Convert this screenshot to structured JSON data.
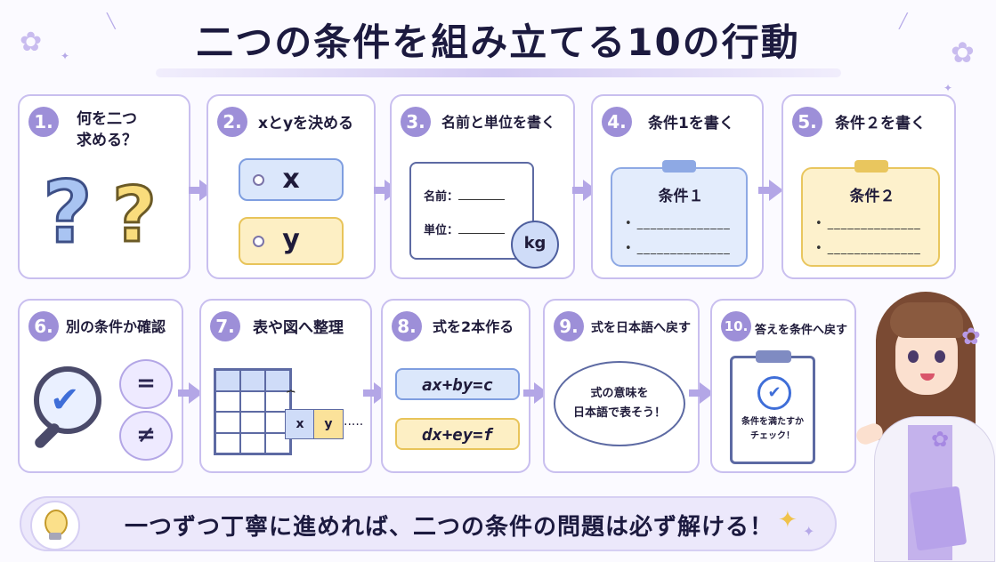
{
  "title": "二つの条件を組み立てる10の行動",
  "steps": [
    {
      "num": "1.",
      "label": "何を二つ\n求める？"
    },
    {
      "num": "2.",
      "label": "xとyを決める"
    },
    {
      "num": "3.",
      "label": "名前と単位を書く"
    },
    {
      "num": "4.",
      "label": "条件1を書く"
    },
    {
      "num": "5.",
      "label": "条件２を書く"
    },
    {
      "num": "6.",
      "label": "別の条件か確認"
    },
    {
      "num": "7.",
      "label": "表や図へ整理"
    },
    {
      "num": "8.",
      "label": "式を2本作る"
    },
    {
      "num": "9.",
      "label": "式を日本語へ戻す"
    },
    {
      "num": "10.",
      "label": "答えを条件へ戻す"
    }
  ],
  "step2": {
    "var1": "x",
    "var2": "y"
  },
  "step3": {
    "name_label": "名前：",
    "unit_label": "単位：",
    "unit_example": "kg"
  },
  "step4": {
    "note_title": "条件１"
  },
  "step5": {
    "note_title": "条件２"
  },
  "step6": {
    "equal_sign": "=",
    "not_equal_sign": "≠"
  },
  "step7": {
    "x_label": "x",
    "y_label": "y",
    "dots": "....."
  },
  "step8": {
    "eq1": "ax+by=c",
    "eq2": "dx+ey=f"
  },
  "step9": {
    "bubble_text": "式の意味を\n日本語で表そう！"
  },
  "step10": {
    "check_text": "条件を満たすか\nチェック！"
  },
  "bottom_message": "一つずつ丁寧に進めれば、二つの条件の問題は必ず解ける！",
  "colors": {
    "accent": "#9d8fd8",
    "blue": "#dbe7fb",
    "yellow": "#fdefc4",
    "border": "#c9bfef"
  }
}
